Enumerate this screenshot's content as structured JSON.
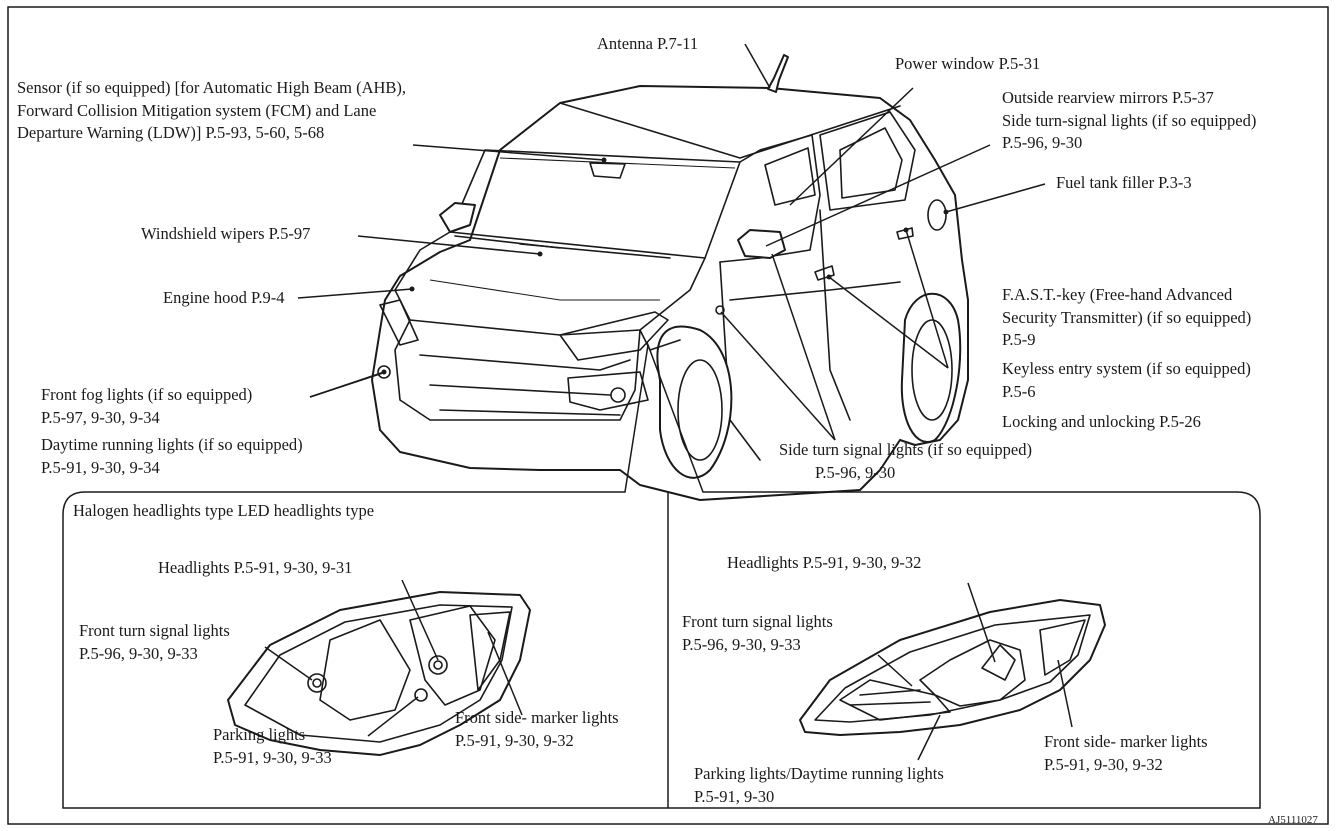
{
  "labels": {
    "antenna": [
      "Antenna P.7-11"
    ],
    "sensor": [
      "Sensor (if so equipped) [for Automatic High Beam (AHB),",
      "Forward Collision Mitigation system (FCM) and Lane",
      "Departure Warning (LDW)] P.5-93, 5-60, 5-68"
    ],
    "power_window": [
      "Power window P.5-31"
    ],
    "mirrors": [
      "Outside rearview mirrors P.5-37",
      "Side turn-signal lights (if so equipped)",
      "P.5-96, 9-30"
    ],
    "fuel_filler": [
      "Fuel tank filler P.3-3"
    ],
    "wipers": [
      "Windshield wipers P.5-97"
    ],
    "engine_hood": [
      "Engine hood P.9-4"
    ],
    "fast_key": [
      "F.A.S.T.-key (Free-hand Advanced",
      "Security Transmitter) (if so equipped)",
      "P.5-9"
    ],
    "keyless": [
      "Keyless entry system (if so equipped)",
      "P.5-6"
    ],
    "locking": [
      "Locking and unlocking P.5-26"
    ],
    "fog": [
      "Front fog lights (if so equipped)",
      "P.5-97, 9-30, 9-34"
    ],
    "drl": [
      "Daytime running lights (if so equipped)",
      "P.5-91, 9-30, 9-34"
    ],
    "side_turn": [
      "Side turn signal lights (if so equipped)",
      "P.5-96, 9-30"
    ],
    "inset_title": [
      "Halogen headlights type LED headlights type"
    ],
    "hal_headlights": [
      "Headlights P.5-91, 9-30, 9-31"
    ],
    "hal_turn": [
      "Front turn signal lights",
      "P.5-96, 9-30, 9-33"
    ],
    "hal_parking": [
      "Parking lights",
      "P.5-91, 9-30, 9-33"
    ],
    "hal_marker": [
      "Front side- marker lights",
      "P.5-91, 9-30, 9-32"
    ],
    "led_headlights": [
      "Headlights P.5-91, 9-30, 9-32"
    ],
    "led_turn": [
      "Front turn signal lights",
      "P.5-96, 9-30, 9-33"
    ],
    "led_parking": [
      "Parking lights/Daytime running lights",
      "P.5-91, 9-30"
    ],
    "led_marker": [
      "Front side- marker lights",
      "P.5-91, 9-30, 9-32"
    ]
  },
  "figure_code": "AJ5111027"
}
